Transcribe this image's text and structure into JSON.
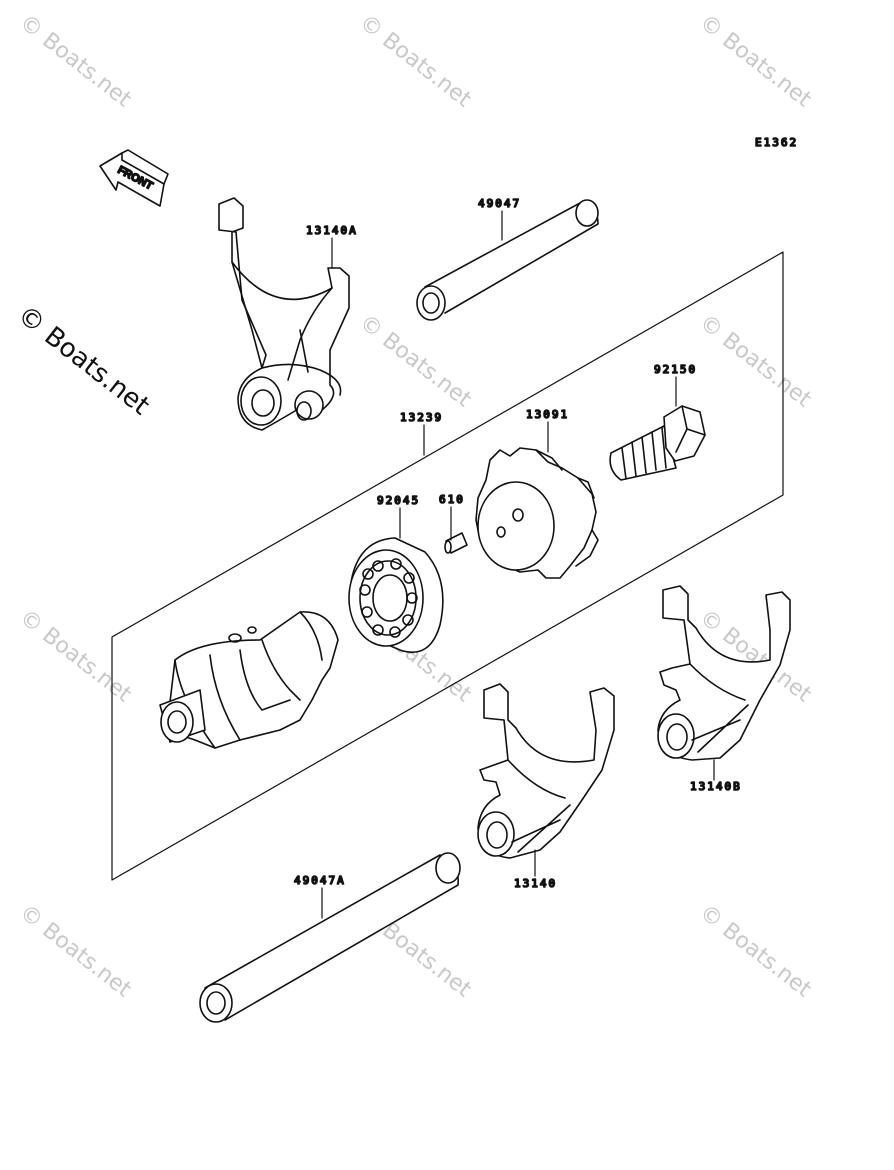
{
  "diagram": {
    "code": "E1362",
    "front_label": "FRONT",
    "parts": [
      {
        "id": "fork_a",
        "number": "13140A"
      },
      {
        "id": "rod",
        "number": "49047"
      },
      {
        "id": "bolt",
        "number": "92150"
      },
      {
        "id": "drum_assy",
        "number": "13239"
      },
      {
        "id": "drum_gear",
        "number": "13091"
      },
      {
        "id": "bearing",
        "number": "92045"
      },
      {
        "id": "pin",
        "number": "610"
      },
      {
        "id": "fork_b",
        "number": "13140B"
      },
      {
        "id": "fork",
        "number": "13140"
      },
      {
        "id": "rod_a",
        "number": "49047A"
      }
    ]
  },
  "watermark": {
    "text": "© Boats.net",
    "color": "#c8c8c8"
  }
}
